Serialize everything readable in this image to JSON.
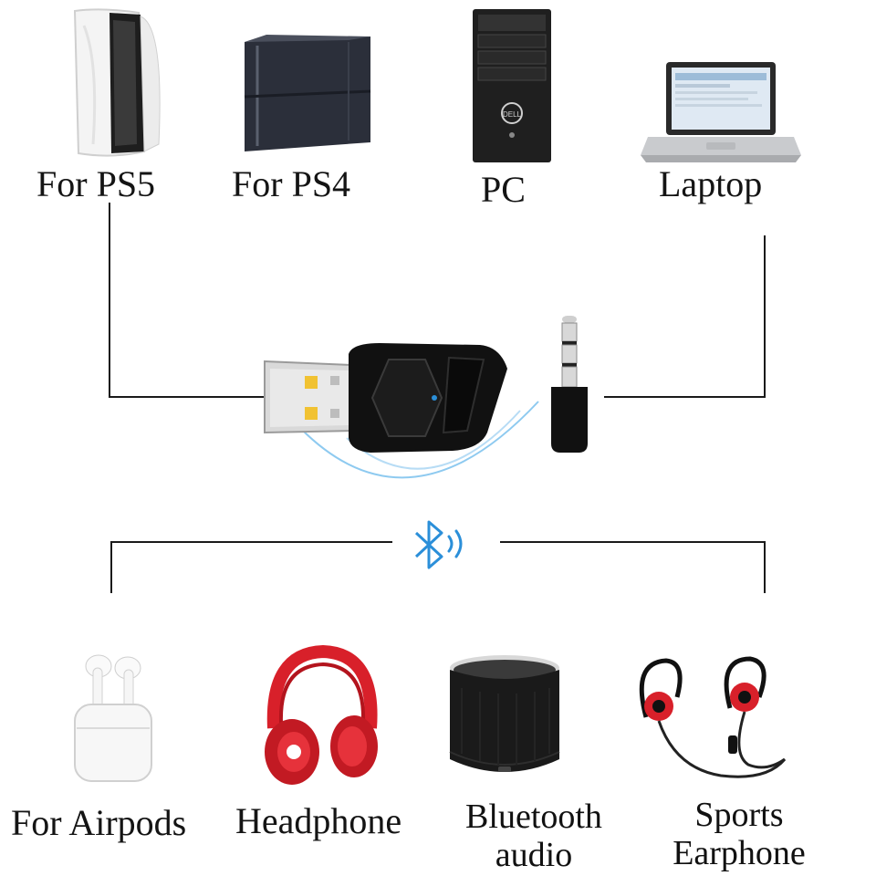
{
  "top_devices": [
    {
      "key": "ps5",
      "label": "For PS5",
      "icon": "ps5-console-icon"
    },
    {
      "key": "ps4",
      "label": "For PS4",
      "icon": "ps4-console-icon"
    },
    {
      "key": "pc",
      "label": "PC",
      "icon": "pc-tower-icon"
    },
    {
      "key": "laptop",
      "label": "Laptop",
      "icon": "laptop-icon"
    }
  ],
  "bottom_devices": [
    {
      "key": "airpods",
      "label": "For Airpods",
      "icon": "airpods-icon"
    },
    {
      "key": "headphone",
      "label": "Headphone",
      "icon": "headphone-icon"
    },
    {
      "key": "speaker",
      "label_line1": "Bluetooth",
      "label_line2": "audio",
      "icon": "bluetooth-speaker-icon"
    },
    {
      "key": "earphone",
      "label_line1": "Sports",
      "label_line2": "Earphone",
      "icon": "sports-earphone-icon"
    }
  ],
  "center": {
    "usb_adapter_icon": "usb-bluetooth-adapter-icon",
    "audio_jack_icon": "audio-jack-adapter-icon",
    "bluetooth_icon": "bluetooth-icon"
  },
  "colors": {
    "line": "#1a1a1a",
    "bluetooth": "#2b8fd9",
    "accent_red": "#d8202a"
  }
}
